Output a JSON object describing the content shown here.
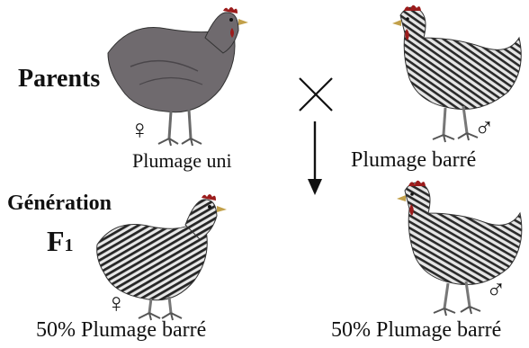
{
  "labels": {
    "parents": "Parents",
    "generation": "Génération",
    "f1": "F",
    "f1_sub": "1"
  },
  "parents": {
    "female": {
      "sex_symbol": "♀",
      "caption": "Plumage uni"
    },
    "male": {
      "sex_symbol": "♂",
      "caption": "Plumage barré"
    }
  },
  "offspring": {
    "female": {
      "sex_symbol": "♀",
      "caption": "50% Plumage barré"
    },
    "male": {
      "sex_symbol": "♂",
      "caption": "50% Plumage barré"
    }
  },
  "symbols": {
    "cross": "cross-icon",
    "arrow": "arrow-down-icon"
  },
  "colors": {
    "plain_plumage": "#6f6a6e",
    "comb": "#9b1c1c",
    "ink": "#111111"
  }
}
